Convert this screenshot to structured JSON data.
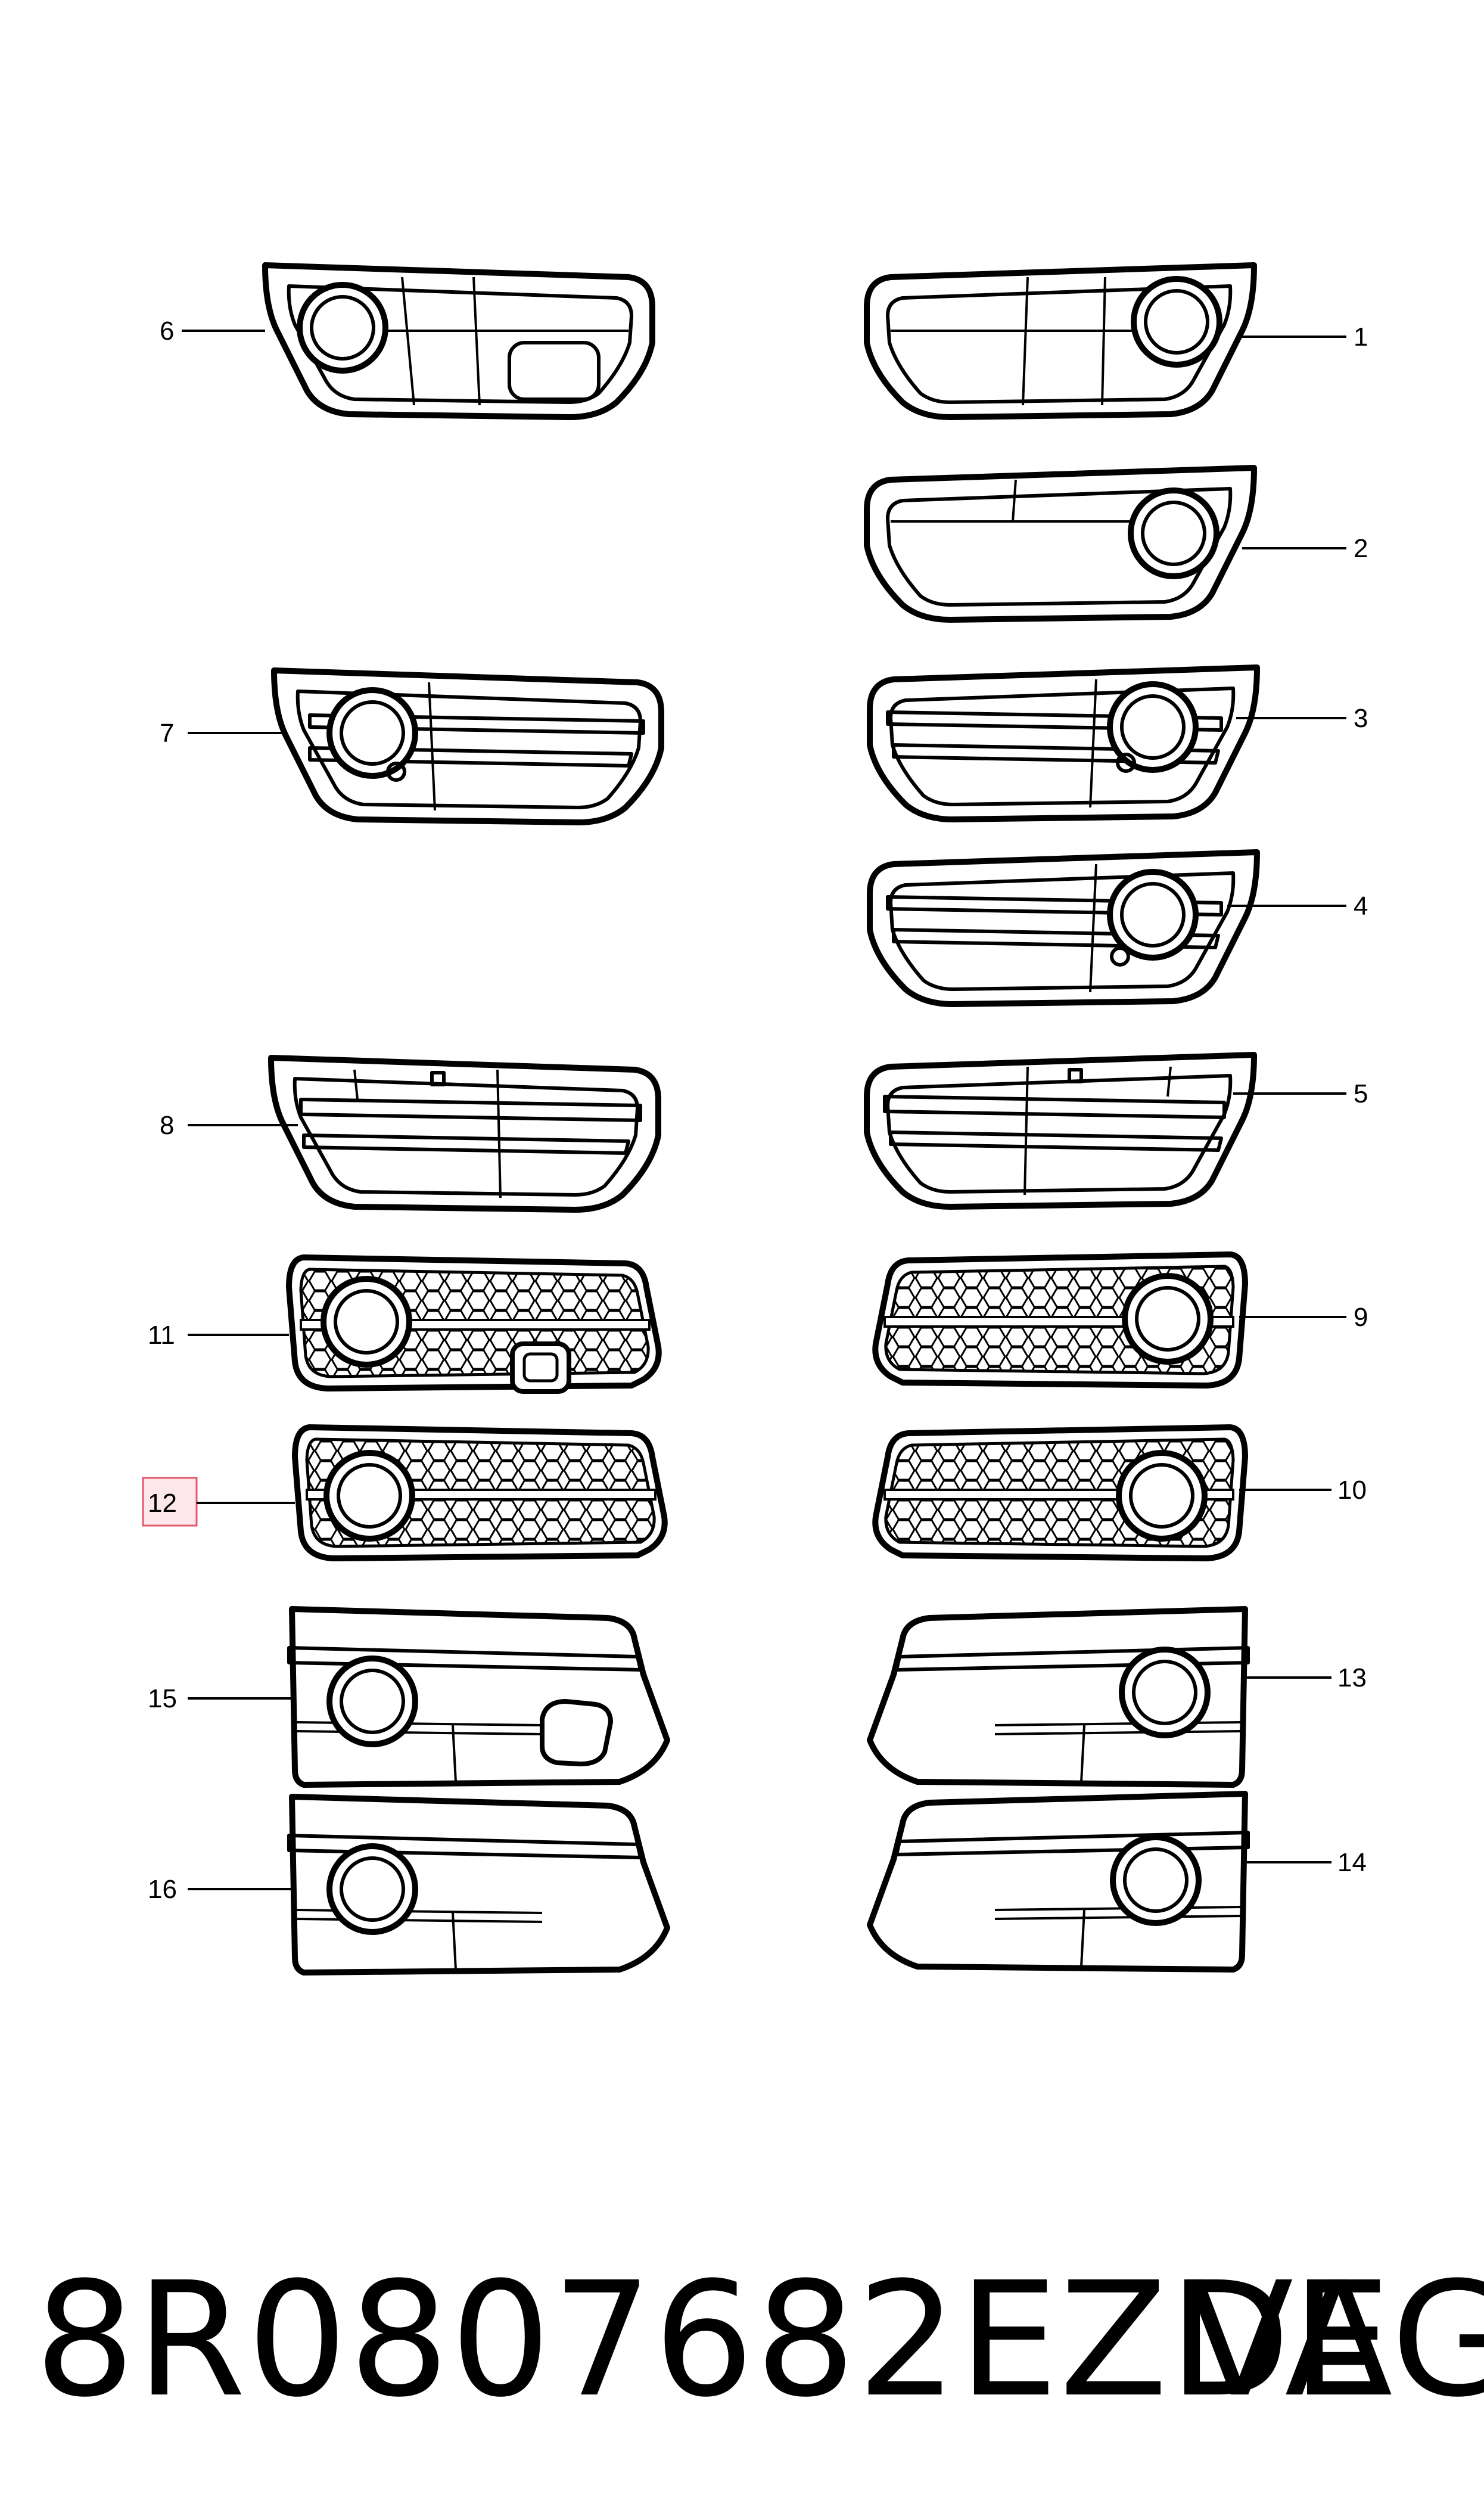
{
  "diagram": {
    "callouts": [
      "1",
      "2",
      "3",
      "4",
      "5",
      "6",
      "7",
      "8",
      "9",
      "10",
      "11",
      "12",
      "13",
      "14",
      "15",
      "16"
    ],
    "highlighted_callout": "12"
  },
  "footer": {
    "part_number": "8R0807682EZDE",
    "brand": "VAG"
  }
}
